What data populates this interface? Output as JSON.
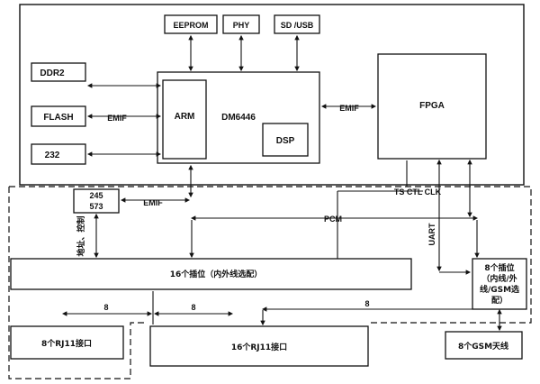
{
  "blocks": {
    "eeprom": "EEPROM",
    "phy": "PHY",
    "sdusb": "SD /USB",
    "ddr2": "DDR2",
    "flash": "FLASH",
    "uart232": "232",
    "arm": "ARM",
    "dm6446": "DM6446",
    "dsp": "DSP",
    "fpga": "FPGA",
    "latch_top": "245",
    "latch_bottom": "573",
    "slots16": "16个插位（内外线选配）",
    "slots8_line1": "8个插位",
    "slots8_line2": "（内线/外",
    "slots8_line3": "线/GSM选",
    "slots8_line4": "配）",
    "rj11_8": "8个RJ11接口",
    "rj11_16": "16个RJ11接口",
    "gsm_ant": "8个GSM天线"
  },
  "labels": {
    "emif_flash": "EMIF",
    "emif_fpga": "EMIF",
    "emif_latch": "EMIF",
    "ts_ctl_clk": "TS CTL  CLK",
    "pcm": "PCM",
    "uart": "UART",
    "addr_ctrl": "地址、控制",
    "bus_8a": "8",
    "bus_8b": "8",
    "bus_8c": "8"
  }
}
